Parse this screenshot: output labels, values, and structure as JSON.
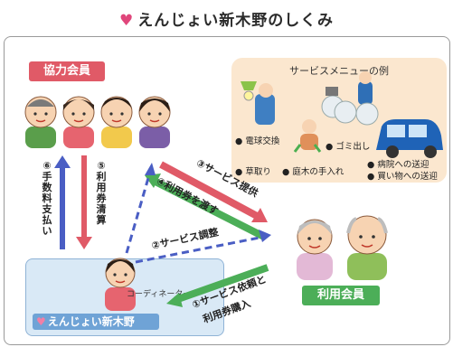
{
  "title": "えんじょい新木野のしくみ",
  "cooperating_members": "協力会員",
  "user_members": "利用会員",
  "service_menu": {
    "title": "サービスメニューの例",
    "items": [
      "電球交換",
      "ゴミ出し",
      "草取り",
      "庭木の手入れ",
      "病院への送迎",
      "買い物への送迎"
    ]
  },
  "coordinator": {
    "role": "コーディネーター",
    "org": "えんじょい新木野"
  },
  "flows": {
    "f1_line1": "①サービス依頼と",
    "f1_line2": "利用券購入",
    "f2": "②サービス調整",
    "f3": "③サービス提供",
    "f4": "④利用券を渡す",
    "f5": "⑤利用券清算",
    "f6": "⑥手数料支払い"
  },
  "colors": {
    "red": "#e05a67",
    "green": "#4cae58",
    "blue_dashed": "#4a5ec4",
    "box_orange": "#fbe7cf",
    "box_blue": "#d9e9f6"
  }
}
